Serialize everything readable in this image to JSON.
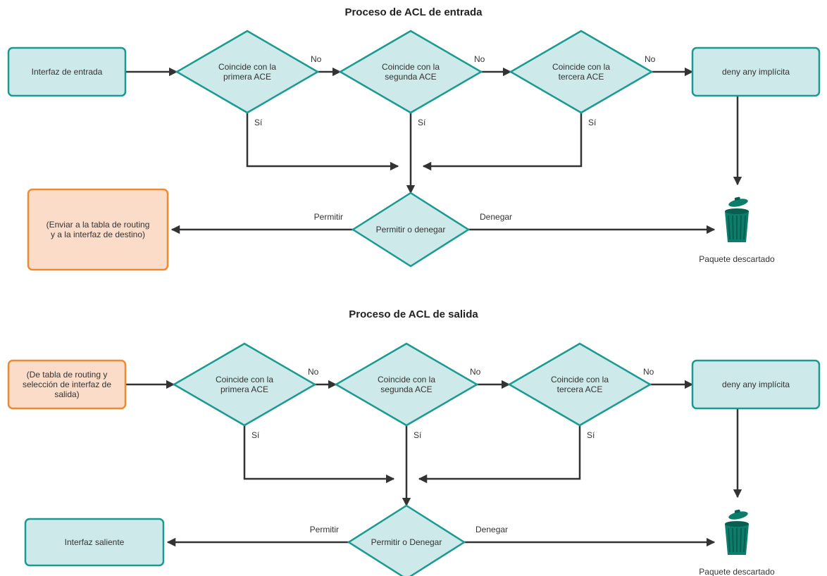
{
  "inbound": {
    "title": "Proceso de ACL de entrada",
    "start": [
      "Interfaz de entrada"
    ],
    "dec1": [
      "Coincide con la",
      "primera ACE"
    ],
    "dec2": [
      "Coincide con la",
      "segunda ACE"
    ],
    "dec3": [
      "Coincide con la",
      "tercera ACE"
    ],
    "deny": [
      "deny any implícita"
    ],
    "decide": [
      "Permitir o denegar"
    ],
    "permit_out": [
      "(Enviar a la tabla de routing",
      "y a la interfaz de destino)"
    ],
    "drop_label": "Paquete descartado",
    "no1": "No",
    "no2": "No",
    "no3": "No",
    "si1": "Sí",
    "si2": "Sí",
    "si3": "Sí",
    "permit_label": "Permitir",
    "deny_label": "Denegar"
  },
  "outbound": {
    "title": "Proceso de ACL de salida",
    "start": [
      "(De tabla de routing y",
      "selección de interfaz de",
      "salida)"
    ],
    "dec1": [
      "Coincide con la",
      "primera ACE"
    ],
    "dec2": [
      "Coincide con la",
      "segunda ACE"
    ],
    "dec3": [
      "Coincide con la",
      "tercera ACE"
    ],
    "deny": [
      "deny any implícita"
    ],
    "decide": [
      "Permitir o Denegar"
    ],
    "permit_out": [
      "Interfaz saliente"
    ],
    "drop_label": "Paquete descartado",
    "no1": "No",
    "no2": "No",
    "no3": "No",
    "si1": "Sí",
    "si2": "Sí",
    "si3": "Sí",
    "permit_label": "Permitir",
    "deny_label": "Denegar"
  },
  "colors": {
    "teal_fill": "#cde9e9",
    "teal_stroke": "#1a9a90",
    "orange_fill": "#fbdcc8",
    "orange_stroke": "#f08a32",
    "trash": "#0d7d6b"
  }
}
